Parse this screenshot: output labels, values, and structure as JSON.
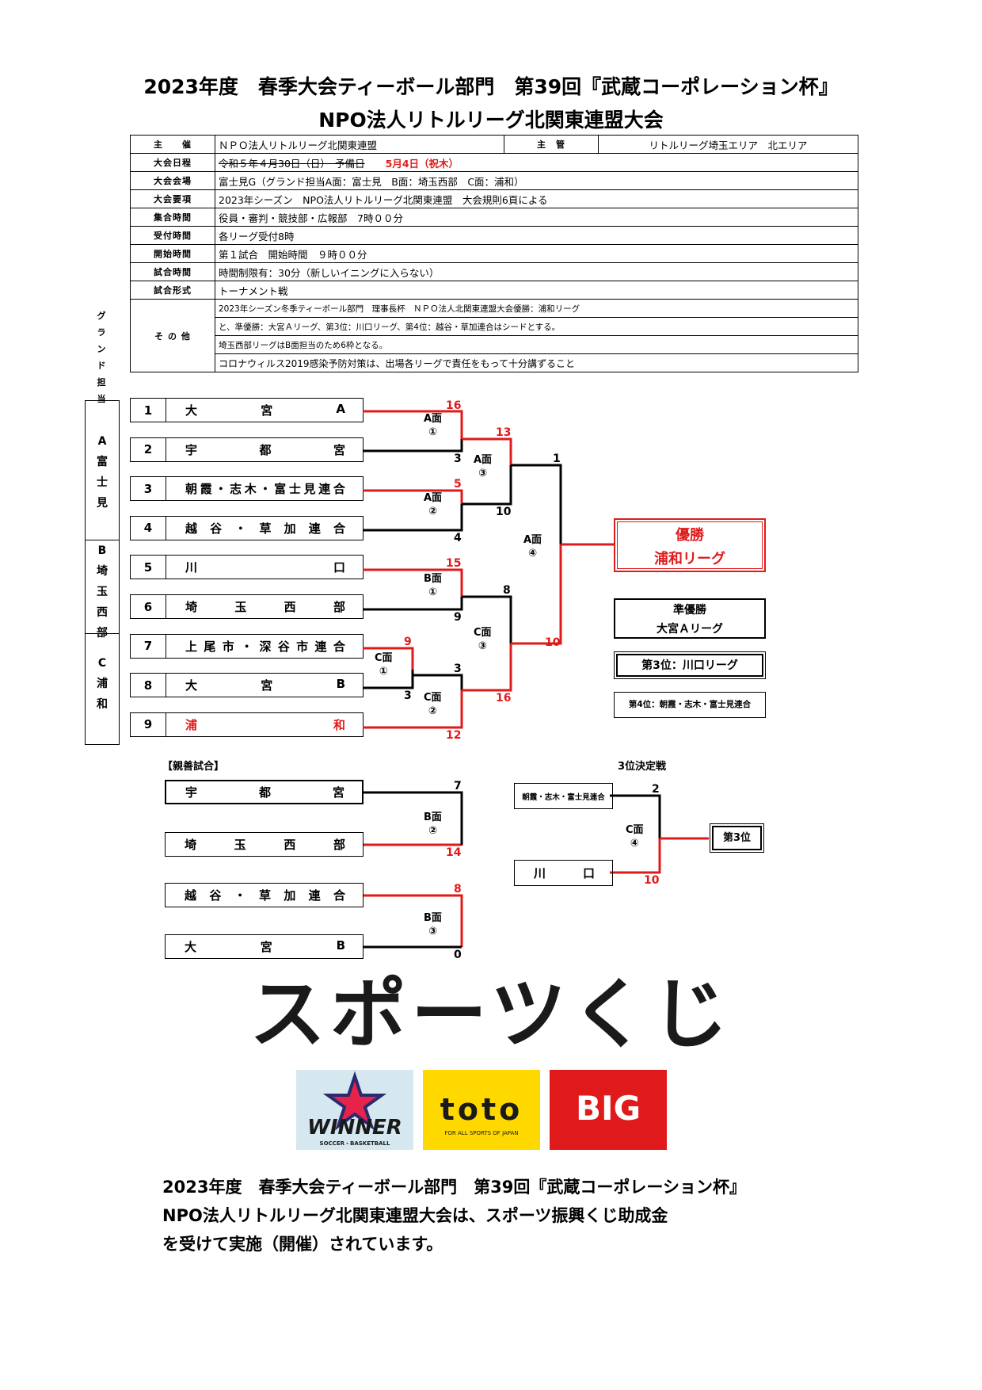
{
  "title": {
    "line1": "2023年度　春季大会ティーボール部門　第39回『武蔵コーポレーション杯』",
    "line2": "NPO法人リトルリーグ北関東連盟大会"
  },
  "info": {
    "host_label": "主　　催",
    "host": "ＮＰＯ法人リトルリーグ北関東連盟",
    "manage_label": "主　管",
    "manage": "リトルリーグ埼玉エリア　北エリア",
    "date_label": "大会日程",
    "date_struck": "令和５年４月30日（日）　予備日",
    "date_new": "5月4日（祝木）",
    "venue_label": "大会会場",
    "venue": "富士見G（グランド担当A面：富士見　B面：埼玉西部　C面：浦和）",
    "rules_label": "大会要項",
    "rules": "2023年シーズン　NPO法人リトルリーグ北関東連盟　大会規則6頁による",
    "gather_label": "集合時間",
    "gather": "役員・審判・競技部・広報部　7時００分",
    "reception_label": "受付時間",
    "reception": "各リーグ受付8時",
    "start_label": "開始時間",
    "start": "第１試合　開始時間　９時００分",
    "gametime_label": "試合時間",
    "gametime": "時間制限有：30分（新しいイニングに入らない）",
    "format_label": "試合形式",
    "format": "トーナメント戦",
    "other_label": "そ の 他",
    "other1": "2023年シーズン冬季ティーボール部門　理事長杯　ＮＰＯ法人北関東連盟大会優勝：浦和リーグ",
    "other2": "と、準優勝：大宮Ａリーグ、第3位：川口リーグ、第4位：越谷・草加連合はシードとする。",
    "other3": "埼玉西部リーグはB面担当のため6枠となる。",
    "other4": "コロナウィルス2019感染予防対策は、出場各リーグで責任をもって十分講ずること"
  },
  "ground_label": "グランド担当",
  "groups": {
    "a": [
      "A",
      "富",
      "士",
      "見"
    ],
    "b": [
      "B",
      "埼",
      "玉",
      "西",
      "部"
    ],
    "c": [
      "C",
      "浦",
      "和"
    ]
  },
  "teams": [
    {
      "num": "1",
      "name": [
        "大",
        "宮",
        "A"
      ]
    },
    {
      "num": "2",
      "name": [
        "宇",
        "都",
        "宮"
      ]
    },
    {
      "num": "3",
      "name": [
        "朝霞・志木・富士見連合"
      ]
    },
    {
      "num": "4",
      "name": [
        "越谷・草加連合"
      ]
    },
    {
      "num": "5",
      "name": [
        "川",
        "口"
      ]
    },
    {
      "num": "6",
      "name": [
        "埼",
        "玉",
        "西",
        "部"
      ]
    },
    {
      "num": "7",
      "name": [
        "上尾市・深谷市連合"
      ]
    },
    {
      "num": "8",
      "name": [
        "大",
        "宮",
        "B"
      ]
    },
    {
      "num": "9",
      "name": [
        "浦",
        "和"
      ]
    }
  ],
  "fields": {
    "a1": [
      "A面",
      "①"
    ],
    "a2": [
      "A面",
      "②"
    ],
    "a3": [
      "A面",
      "③"
    ],
    "a4": [
      "A面",
      "④"
    ],
    "b1": [
      "B面",
      "①"
    ],
    "c1": [
      "C面",
      "①"
    ],
    "c2": [
      "C面",
      "②"
    ],
    "c3": [
      "C面",
      "③"
    ],
    "b2": [
      "B面",
      "②"
    ],
    "b3": [
      "B面",
      "③"
    ],
    "c4": [
      "C面",
      "④"
    ]
  },
  "scores": {
    "a1_top": "16",
    "a1_bot": "3",
    "a2_top": "5",
    "a2_bot": "4",
    "a3_top": "13",
    "a3_bot": "10",
    "b1_top": "15",
    "b1_bot": "9",
    "c1_top": "9",
    "c1_bot": "3",
    "c2_top": "3",
    "c2_bot": "12",
    "c3_top": "8",
    "c3_bot": "16",
    "a4_top": "1",
    "a4_bot": "10",
    "x1_top": "7",
    "x1_bot": "14",
    "x2_top": "8",
    "x2_bot": "0",
    "t3_top": "2",
    "t3_bot": "10"
  },
  "results": {
    "champion_label": "優勝",
    "champion": "浦和リーグ",
    "runnerup_label": "準優勝",
    "runnerup": "大宮Ａリーグ",
    "third": "第3位：川口リーグ",
    "fourth": "第4位：朝霞・志木・富士見連合"
  },
  "friendly": {
    "title": "【親善試合】",
    "teams": [
      [
        "宇",
        "都",
        "宮"
      ],
      [
        "埼",
        "玉",
        "西",
        "部"
      ],
      [
        "越",
        "谷",
        "・",
        "草",
        "加",
        "連",
        "合"
      ],
      [
        "大",
        "宮",
        "B"
      ]
    ]
  },
  "third_place": {
    "title": "3位決定戦",
    "team1": "朝霞・志木・富士見連合",
    "team2": [
      "川",
      "口"
    ],
    "result": "第3位"
  },
  "colors": {
    "red": "#e01a1a",
    "black": "#000000"
  },
  "logos": {
    "sportskuji": "スポーツくじ",
    "winner": "WINNER",
    "winner_sub": "SOCCER・BASKETBALL",
    "toto": "toto",
    "toto_sub": "FOR ALL SPORTS OF JAPAN",
    "big": "BIG"
  },
  "footer": {
    "line1": "2023年度　春季大会ティーボール部門　第39回『武蔵コーポレーション杯』",
    "line2": "NPO法人リトルリーグ北関東連盟大会は、スポーツ振興くじ助成金",
    "line3": "を受けて実施（開催）されています。"
  }
}
